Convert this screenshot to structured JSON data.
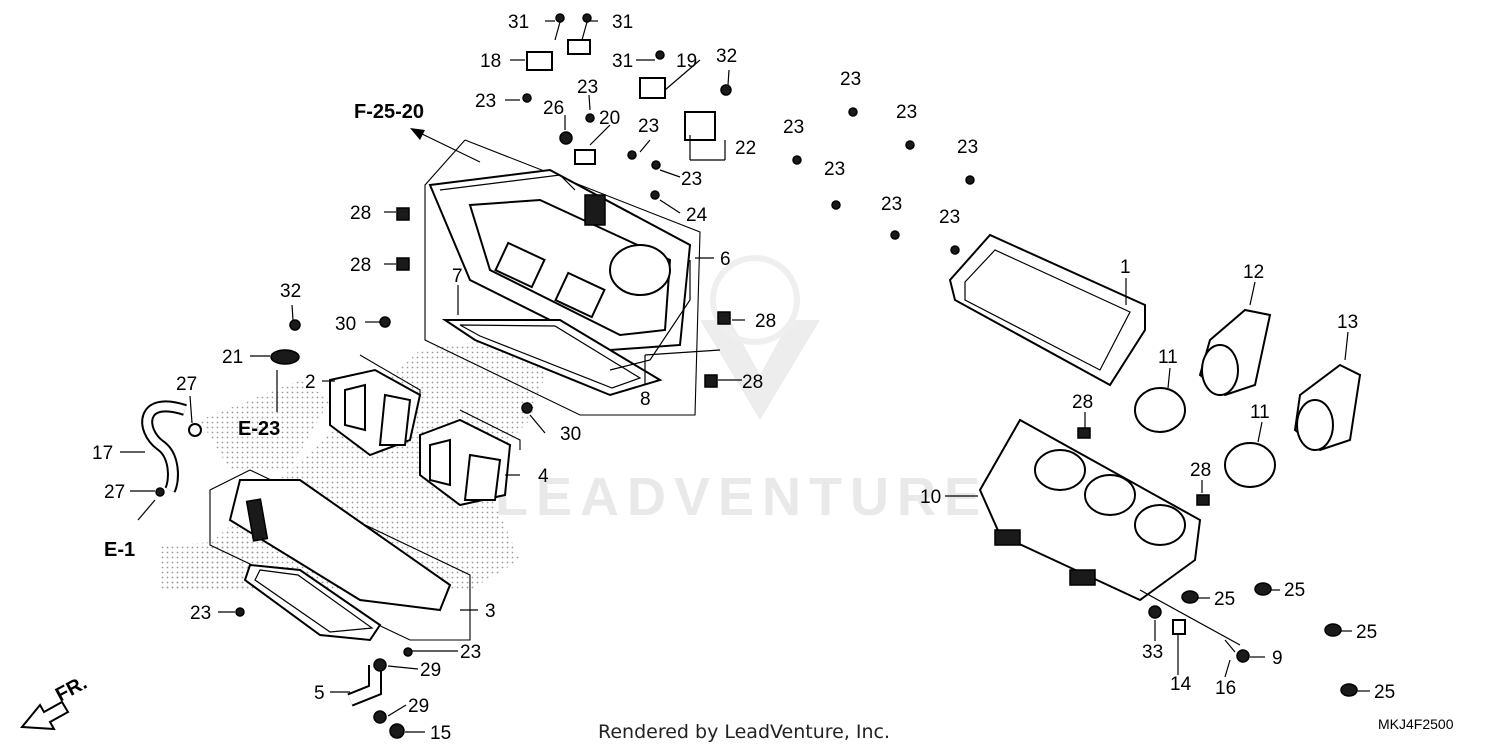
{
  "diagram": {
    "callouts": [
      {
        "id": "c-31a",
        "text": "31"
      },
      {
        "id": "c-31b",
        "text": "31"
      },
      {
        "id": "c-18",
        "text": "18"
      },
      {
        "id": "c-31c",
        "text": "31"
      },
      {
        "id": "c-19",
        "text": "19"
      },
      {
        "id": "c-32a",
        "text": "32"
      },
      {
        "id": "c-23a",
        "text": "23"
      },
      {
        "id": "c-23b",
        "text": "23"
      },
      {
        "id": "c-26",
        "text": "26"
      },
      {
        "id": "c-20",
        "text": "20"
      },
      {
        "id": "c-23c",
        "text": "23"
      },
      {
        "id": "c-22",
        "text": "22"
      },
      {
        "id": "c-23d",
        "text": "23"
      },
      {
        "id": "c-24",
        "text": "24"
      },
      {
        "id": "c-28a",
        "text": "28"
      },
      {
        "id": "c-28b",
        "text": "28"
      },
      {
        "id": "c-6",
        "text": "6"
      },
      {
        "id": "c-7",
        "text": "7"
      },
      {
        "id": "c-28c",
        "text": "28"
      },
      {
        "id": "c-28d",
        "text": "28"
      },
      {
        "id": "c-8",
        "text": "8"
      },
      {
        "id": "c-32b",
        "text": "32"
      },
      {
        "id": "c-30a",
        "text": "30"
      },
      {
        "id": "c-21",
        "text": "21"
      },
      {
        "id": "c-2",
        "text": "2"
      },
      {
        "id": "c-27a",
        "text": "27"
      },
      {
        "id": "c-30b",
        "text": "30"
      },
      {
        "id": "c-17",
        "text": "17"
      },
      {
        "id": "c-4",
        "text": "4"
      },
      {
        "id": "c-27b",
        "text": "27"
      },
      {
        "id": "c-23e",
        "text": "23"
      },
      {
        "id": "c-3",
        "text": "3"
      },
      {
        "id": "c-23f",
        "text": "23"
      },
      {
        "id": "c-29a",
        "text": "29"
      },
      {
        "id": "c-5",
        "text": "5"
      },
      {
        "id": "c-29b",
        "text": "29"
      },
      {
        "id": "c-15",
        "text": "15"
      },
      {
        "id": "c-23g",
        "text": "23"
      },
      {
        "id": "c-23h",
        "text": "23"
      },
      {
        "id": "c-23i",
        "text": "23"
      },
      {
        "id": "c-23j",
        "text": "23"
      },
      {
        "id": "c-23k",
        "text": "23"
      },
      {
        "id": "c-23l",
        "text": "23"
      },
      {
        "id": "c-23m",
        "text": "23"
      },
      {
        "id": "c-1",
        "text": "1"
      },
      {
        "id": "c-12",
        "text": "12"
      },
      {
        "id": "c-13",
        "text": "13"
      },
      {
        "id": "c-11a",
        "text": "11"
      },
      {
        "id": "c-11b",
        "text": "11"
      },
      {
        "id": "c-28e",
        "text": "28"
      },
      {
        "id": "c-28f",
        "text": "28"
      },
      {
        "id": "c-10",
        "text": "10"
      },
      {
        "id": "c-25a",
        "text": "25"
      },
      {
        "id": "c-25b",
        "text": "25"
      },
      {
        "id": "c-25c",
        "text": "25"
      },
      {
        "id": "c-25d",
        "text": "25"
      },
      {
        "id": "c-33",
        "text": "33"
      },
      {
        "id": "c-14",
        "text": "14"
      },
      {
        "id": "c-16",
        "text": "16"
      },
      {
        "id": "c-9",
        "text": "9"
      }
    ],
    "references": {
      "f_25_20": "F-25-20",
      "e_23": "E-23",
      "e_1": "E-1"
    },
    "direction": "FR.",
    "watermark": "LEADVENTURE",
    "footer": "Rendered by LeadVenture, Inc.",
    "diagram_code": "MKJ4F2500"
  }
}
